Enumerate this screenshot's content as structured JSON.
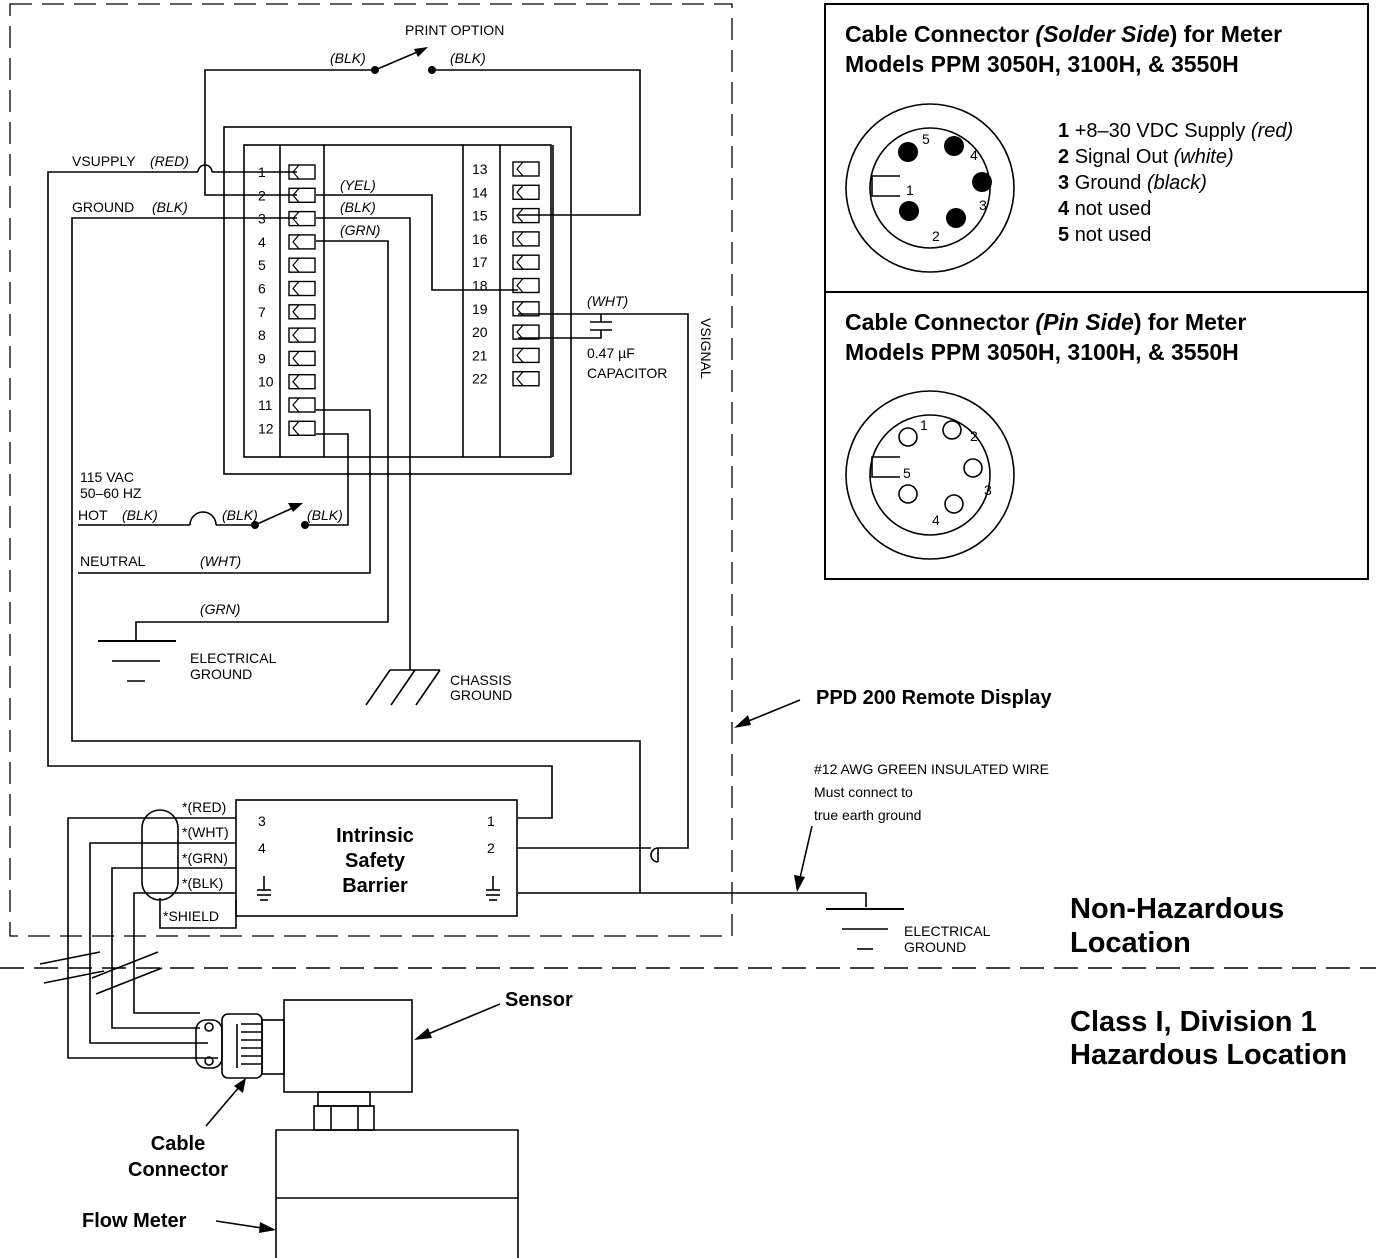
{
  "display_box": {
    "print_option": "PRINT OPTION",
    "blk": "(BLK)",
    "yel": "(YEL)",
    "grn": "(GRN)",
    "wht": "(WHT)",
    "vsupply": "VSUPPLY",
    "vsupply_color": "(RED)",
    "ground": "GROUND",
    "ground_color": "(BLK)",
    "power_voltage": "115 VAC",
    "power_freq": "50–60 HZ",
    "hot": "HOT",
    "neutral": "NEUTRAL",
    "electrical_ground_1": "ELECTRICAL",
    "electrical_ground_2": "GROUND",
    "chassis_ground_1": "CHASSIS",
    "chassis_ground_2": "GROUND",
    "vsignal": "VSIGNAL",
    "capacitor_value": "0.47 µF",
    "capacitor_label": "CAPACITOR",
    "terminals_left": [
      "1",
      "2",
      "3",
      "4",
      "5",
      "6",
      "7",
      "8",
      "9",
      "10",
      "11",
      "12"
    ],
    "terminals_right": [
      "13",
      "14",
      "15",
      "16",
      "17",
      "18",
      "19",
      "20",
      "21",
      "22"
    ]
  },
  "barrier": {
    "title_1": "Intrinsic",
    "title_2": "Safety",
    "title_3": "Barrier",
    "pin_3": "3",
    "pin_4": "4",
    "pin_1": "1",
    "pin_2": "2",
    "wire_red": "*(RED)",
    "wire_wht": "*(WHT)",
    "wire_grn": "*(GRN)",
    "wire_blk": "*(BLK)",
    "shield": "*SHIELD"
  },
  "labels": {
    "remote_display": "PPD 200 Remote Display",
    "awg_note": "#12 AWG GREEN INSULATED WIRE",
    "earth_1": "Must connect to",
    "earth_2": "true earth ground",
    "elec_ground_1": "ELECTRICAL",
    "elec_ground_2": "GROUND",
    "non_hazardous_1": "Non-Hazardous",
    "non_hazardous_2": "Location",
    "hazardous_1": "Class I, Division 1",
    "hazardous_2": "Hazardous Location",
    "sensor": "Sensor",
    "cable_1": "Cable",
    "cable_2": "Connector",
    "flow_meter": "Flow Meter"
  },
  "solder_side": {
    "title_1": "Cable Connector ",
    "title_italic": "(Solder Side",
    "title_2": ") for Meter",
    "title_3": "Models PPM 3050H, 3100H, & 3550H",
    "pin_nums": [
      "1",
      "2",
      "3",
      "4",
      "5"
    ],
    "legend": [
      {
        "num": "1",
        "text": "+8–30 VDC Supply ",
        "color": "(red)"
      },
      {
        "num": "2",
        "text": "Signal Out ",
        "color": "(white)"
      },
      {
        "num": "3",
        "text": "Ground ",
        "color": "(black)"
      },
      {
        "num": "4",
        "text": "not used",
        "color": ""
      },
      {
        "num": "5",
        "text": "not used",
        "color": ""
      }
    ]
  },
  "pin_side": {
    "title_1": "Cable Connector ",
    "title_italic": "(Pin Side",
    "title_2": ") for Meter",
    "title_3": "Models PPM 3050H, 3100H, & 3550H",
    "pin_nums": [
      "1",
      "2",
      "3",
      "4",
      "5"
    ]
  }
}
